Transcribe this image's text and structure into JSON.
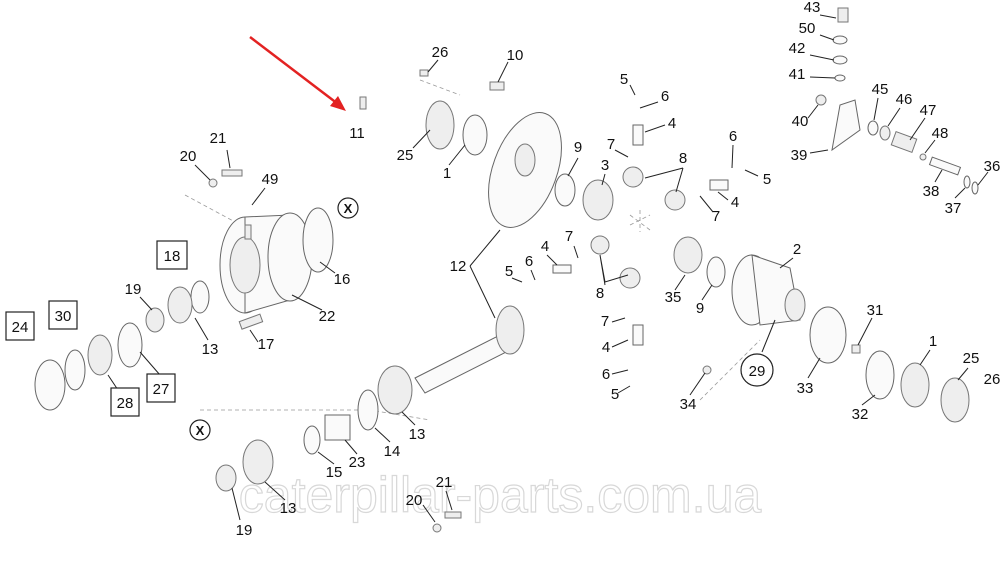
{
  "diagram": {
    "watermark": "caterpillar-parts.com.ua",
    "arrow_color": "#e32222",
    "callouts": {
      "c26a": "26",
      "c10": "10",
      "c11": "11",
      "c25a": "25",
      "c1a": "1",
      "c9a": "9",
      "c3": "3",
      "c5a": "5",
      "c6a": "6",
      "c4a": "4",
      "c7a": "7",
      "c8a": "8",
      "c6b": "6",
      "c5b": "5",
      "c4b": "4",
      "c7b": "7",
      "c21a": "21",
      "c20a": "20",
      "c49": "49",
      "c12": "12",
      "c4c": "4",
      "c7c": "7",
      "c6c": "6",
      "c5c": "5",
      "c8b": "8",
      "c35": "35",
      "c9b": "9",
      "c2": "2",
      "c18": "18",
      "c19a": "19",
      "c16": "16",
      "c22": "22",
      "c24": "24",
      "c30": "30",
      "c13a": "13",
      "c17": "17",
      "c27": "27",
      "c28": "28",
      "c7d": "7",
      "c4d": "4",
      "c6d": "6",
      "c5d": "5",
      "c34": "34",
      "c29": "29",
      "c33": "33",
      "c31": "31",
      "c1b": "1",
      "c25b": "25",
      "c26b": "26",
      "c32": "32",
      "c13b": "13",
      "c14": "14",
      "c23": "23",
      "c15": "15",
      "c13c": "13",
      "c19b": "19",
      "c20b": "20",
      "c21b": "21",
      "c43": "43",
      "c50": "50",
      "c42": "42",
      "c41": "41",
      "c40": "40",
      "c45": "45",
      "c46": "46",
      "c47": "47",
      "c48": "48",
      "c39": "39",
      "c38": "38",
      "c37": "37",
      "c36": "36",
      "x1": "X",
      "x2": "X"
    }
  }
}
